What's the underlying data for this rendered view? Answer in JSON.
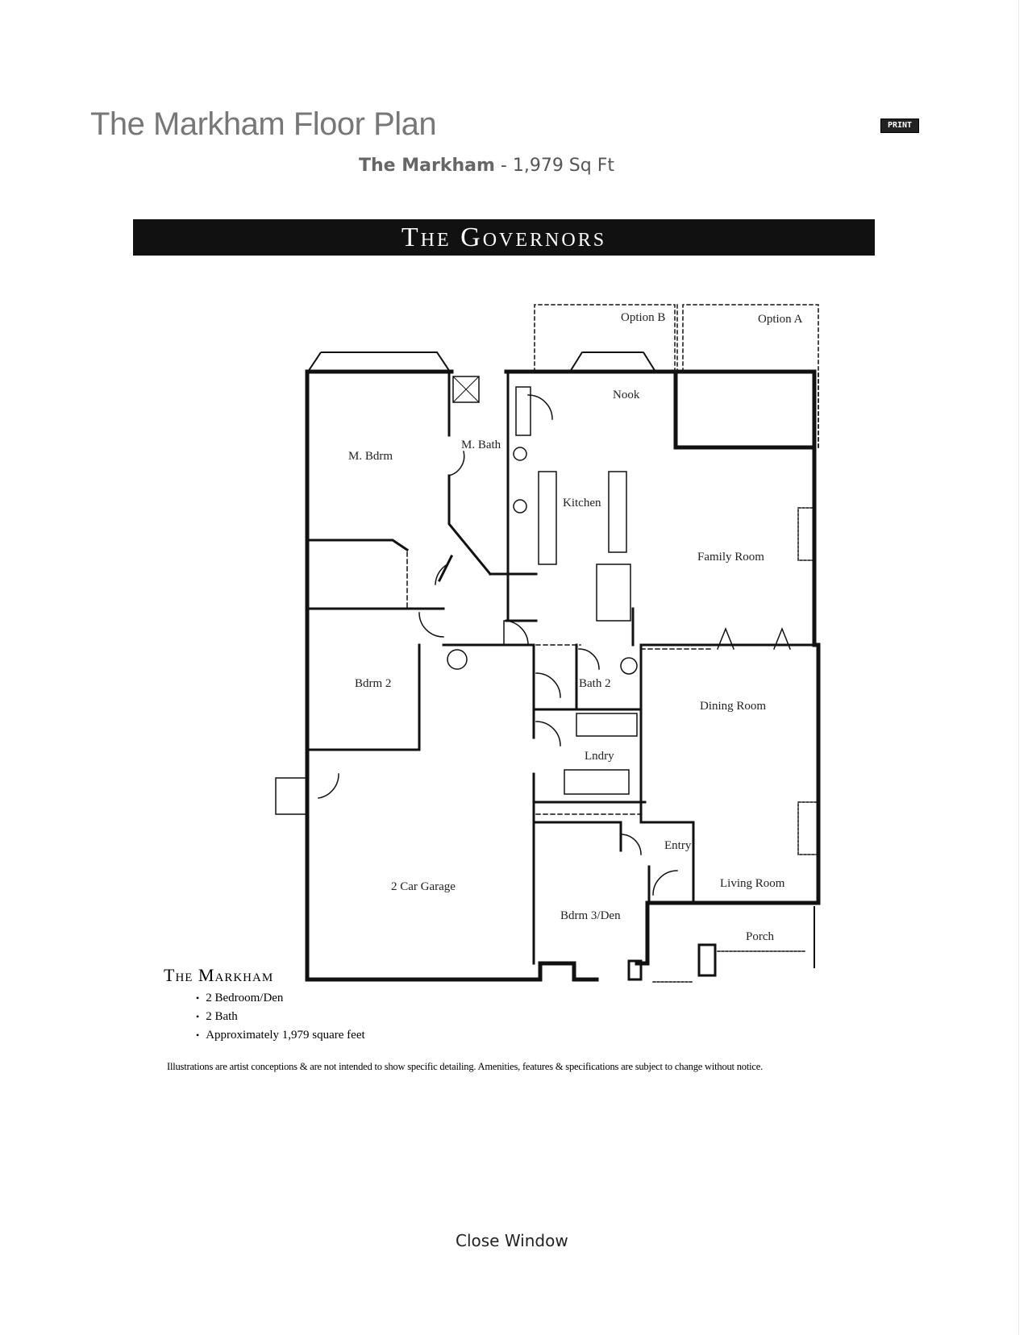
{
  "page": {
    "title": "The Markham Floor Plan",
    "print_label": "PRINT",
    "subtitle_model": "The Markham",
    "subtitle_rest": " - 1,979 Sq Ft",
    "banner": "The Governors",
    "close_label": "Close Window"
  },
  "plan": {
    "rooms": {
      "option_b": "Option B",
      "option_a": "Option A",
      "nook": "Nook",
      "master_bedroom": "M. Bdrm",
      "master_bath": "M. Bath",
      "kitchen": "Kitchen",
      "family_room": "Family Room",
      "bedroom_2": "Bdrm 2",
      "bath_2": "Bath 2",
      "dining_room": "Dining Room",
      "laundry": "Lndry",
      "entry": "Entry",
      "garage": "2 Car Garage",
      "living_room": "Living Room",
      "bedroom_3": "Bdrm 3/Den",
      "porch": "Porch"
    }
  },
  "legend": {
    "title": "The Markham",
    "items": [
      "2 Bedroom/Den",
      "2 Bath",
      "Approximately 1,979 square feet"
    ]
  },
  "disclaimer": "Illustrations are artist conceptions & are not intended to show specific detailing. Amenities, features & specifications are subject to change without notice.",
  "colors": {
    "banner_bg": "#111111",
    "title_gray": "#777777"
  }
}
